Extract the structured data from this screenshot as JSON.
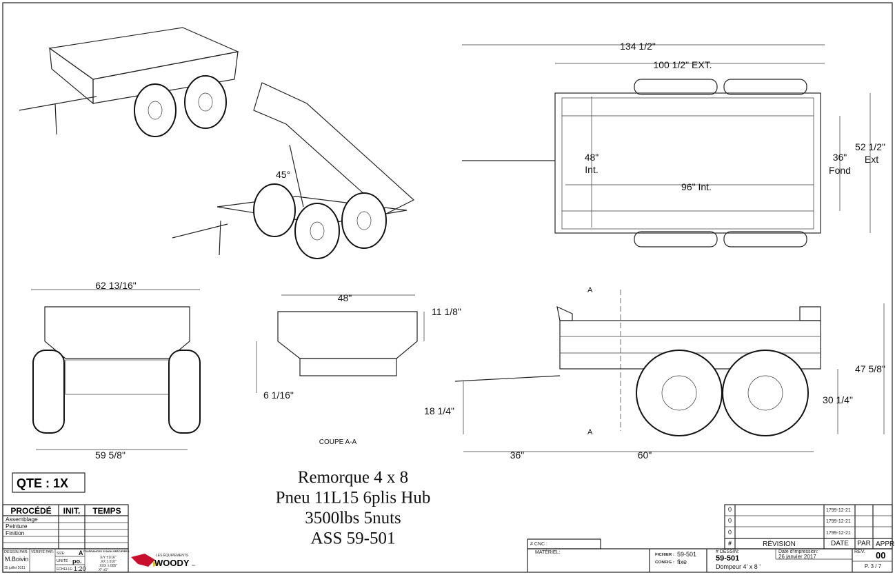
{
  "dimensions": {
    "top_overall": "134 1/2\"",
    "top_ext": "100 1/2\" EXT.",
    "top_width_int_a": "48\"",
    "top_width_int_b": "Int.",
    "top_length_int": "96\" Int.",
    "top_fond_a": "36\"",
    "top_fond_b": "Fond",
    "top_ext_width_a": "52 1/2\"",
    "top_ext_width_b": "Ext",
    "tilt_angle": "45°",
    "front_width": "62 13/16\"",
    "front_track": "59 5/8\"",
    "section_width": "48\"",
    "section_height": "11 1/8\"",
    "section_lower": "6 1/16\"",
    "section_label": "COUPE A-A",
    "section_marker_top": "A",
    "section_marker_bottom": "A",
    "side_overall_height": "47 5/8\"",
    "side_box_height": "30 1/4\"",
    "side_hitch_height": "18 1/4\"",
    "side_tongue": "36\"",
    "side_axle": "60\""
  },
  "quantity": "QTE : 1X",
  "title_lines": [
    "Remorque 4 x 8",
    "Pneu 11L15 6plis Hub",
    "3500lbs 5nuts",
    "ASS 59-501"
  ],
  "process_table": {
    "headers": [
      "PROCÉDÉ",
      "INIT.",
      "TEMPS"
    ],
    "rows": [
      "Assemblage",
      "Peinture",
      "Finition",
      "",
      ""
    ]
  },
  "title_block": {
    "drawn_by_label": "DESSIN PAR:",
    "drawn_by": "M.Boivin",
    "drawn_date": "15 juillet 2011",
    "verified_label": "VÉRIFIÉ PAR:",
    "size_label": "SIZE:",
    "size": "A",
    "unit_label": "UNITÉ :",
    "unit": "po.",
    "scale_label": "ECHELLE:",
    "scale": "1:20",
    "tolerance_title": "TOLÉRANCES SI NON SPÉCIFIÉES",
    "tolerances": [
      "X/Y  ±1/16\"",
      ".XX  ±.010\"",
      ".XXX  ±.005\"",
      "X°  ±1°"
    ],
    "logo_small": "LES ÉQUIPEMENTS",
    "logo_big": "WOODY",
    "logo_inc": "INC.",
    "cnc_label": "# CNC :",
    "material_label": "MATÉRIEL:",
    "file_label": "FICHIER :",
    "file": "59-501",
    "config_label": "CONFIG :",
    "config": "fixe",
    "drawing_no_label": "# DESSIN:",
    "drawing_no": "59-501",
    "description": "Dompeur 4' x 8 '",
    "print_date_label": "Date d'impression:",
    "print_date": "26 janvier 2017",
    "rev_label": "REV.",
    "rev": "00",
    "page": "P. 3 / 7"
  },
  "revisions": {
    "headers": [
      "#",
      "RÉVISION",
      "DATE",
      "PAR",
      "APPR"
    ],
    "rows": [
      {
        "num": "0",
        "desc": "",
        "date": "1799-12-21"
      },
      {
        "num": "0",
        "desc": "",
        "date": "1799-12-21"
      },
      {
        "num": "0",
        "desc": "",
        "date": "1799-12-21"
      }
    ]
  }
}
